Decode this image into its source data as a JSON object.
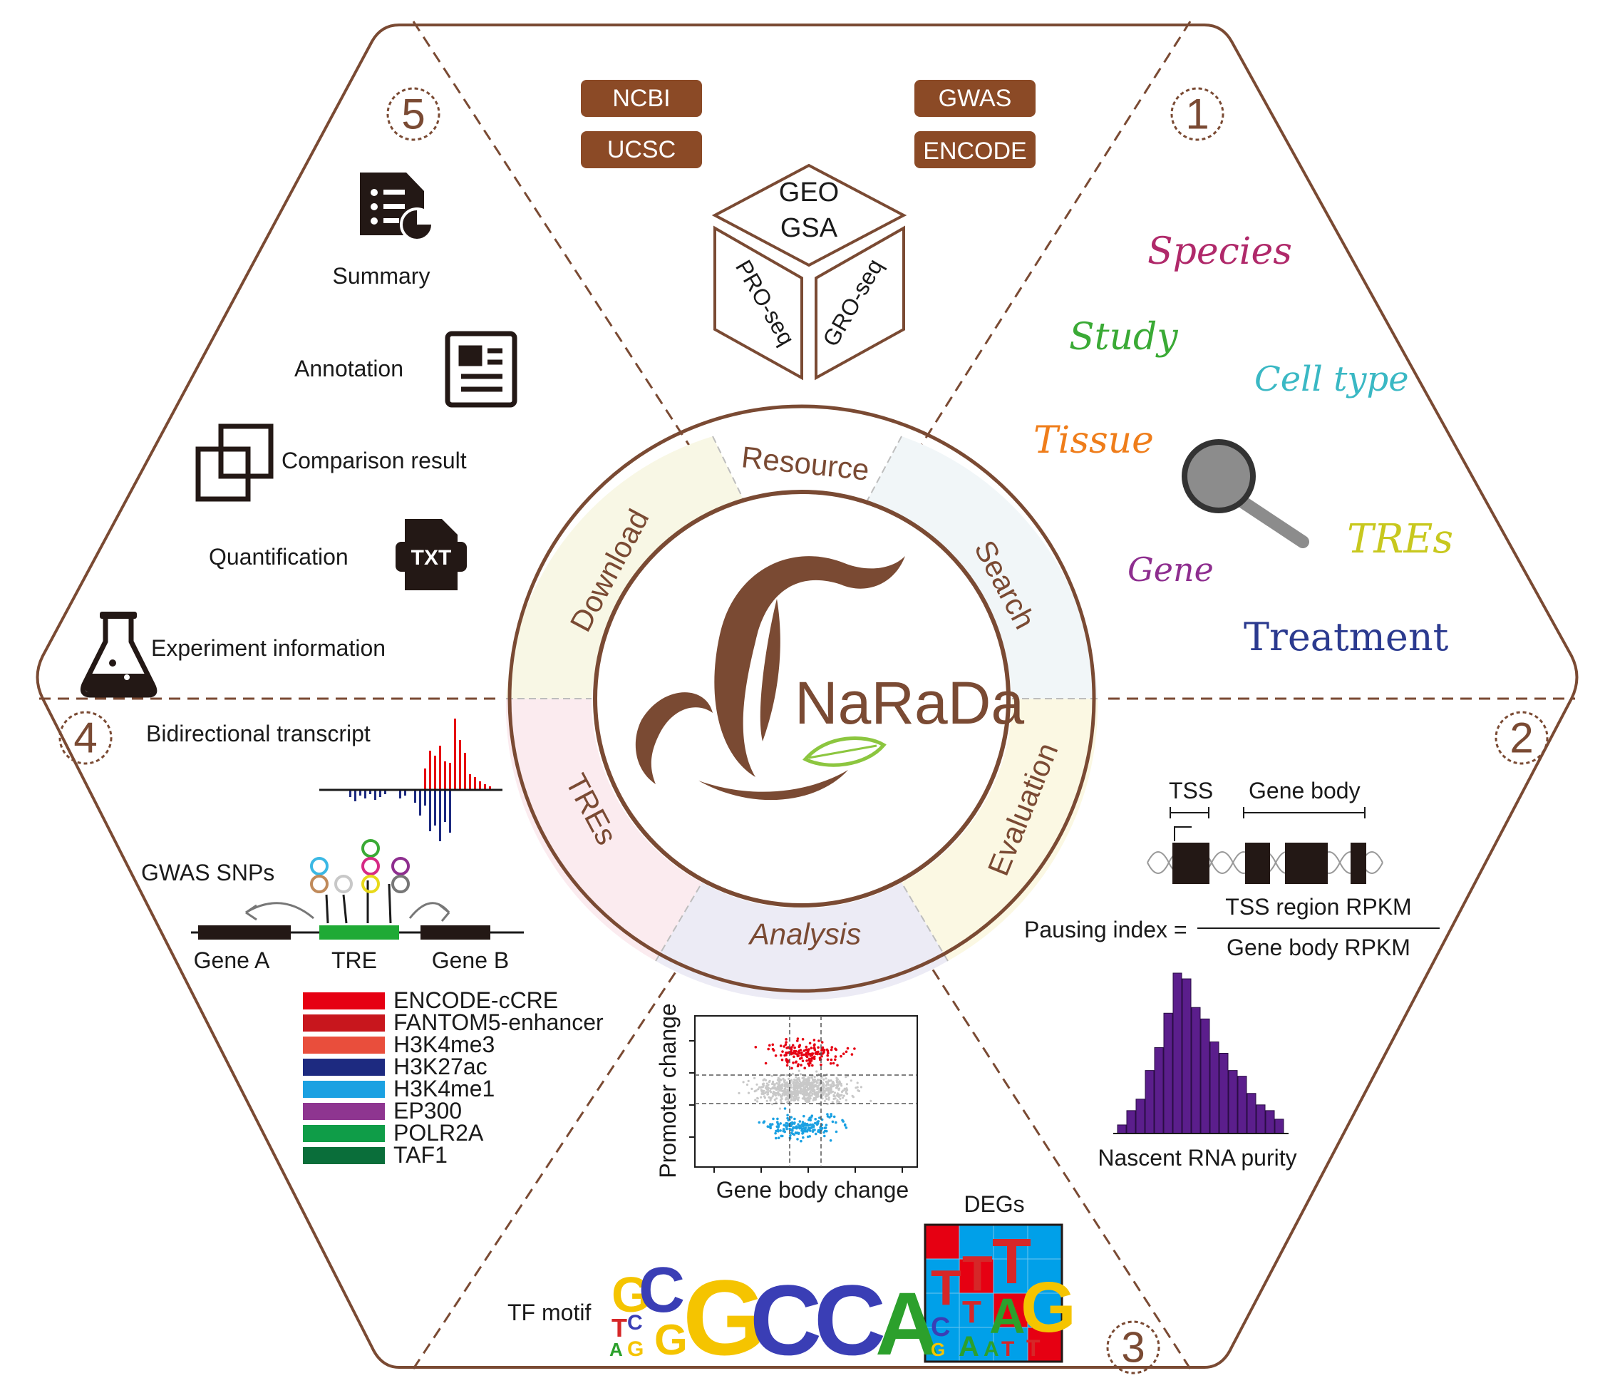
{
  "logo": {
    "name": "NaRaDa"
  },
  "ring": {
    "resource": "Resource",
    "search": "Search",
    "evaluation": "Evaluation",
    "analysis": "Analysis",
    "tres": "TREs",
    "download": "Download"
  },
  "numbers": {
    "n1": "1",
    "n2": "2",
    "n3": "3",
    "n4": "4",
    "n5": "5"
  },
  "sources": {
    "ncbi": "NCBI",
    "ucsc": "UCSC",
    "gwas": "GWAS",
    "encode": "ENCODE"
  },
  "cube": {
    "top1": "GEO",
    "top2": "GSA",
    "left": "PRO-seq",
    "right": "GRO-seq"
  },
  "search_terms": [
    {
      "label": "Species",
      "color": "#b0296a"
    },
    {
      "label": "Study",
      "color": "#3aaa35"
    },
    {
      "label": "Cell type",
      "color": "#3ab8c4"
    },
    {
      "label": "Tissue",
      "color": "#ef7d1a"
    },
    {
      "label": "TREs",
      "color": "#c8c81e"
    },
    {
      "label": "Gene",
      "color": "#8e2e8f"
    },
    {
      "label": "Treatment",
      "color": "#2b3a8f"
    }
  ],
  "evaluation": {
    "tss": "TSS",
    "gene_body": "Gene body",
    "pausing_lhs": "Pausing index =",
    "numerator": "TSS region RPKM",
    "denominator": "Gene body RPKM",
    "purity": "Nascent RNA purity",
    "purity_hist": [
      3,
      8,
      12,
      22,
      30,
      42,
      56,
      54,
      44,
      40,
      32,
      28,
      22,
      20,
      14,
      10,
      8,
      5
    ]
  },
  "analysis": {
    "xlabel": "Gene body change",
    "ylabel": "Promoter change",
    "degs": "DEGs",
    "tf_motif": "TF motif"
  },
  "tres_panel": {
    "bidirectional": "Bidirectional transcript",
    "gwas_snps": "GWAS SNPs",
    "gene_a": "Gene A",
    "tre": "TRE",
    "gene_b": "Gene B",
    "legend": [
      {
        "label": "ENCODE-cCRE",
        "color": "#e60012"
      },
      {
        "label": "FANTOM5-enhancer",
        "color": "#c8161d"
      },
      {
        "label": "H3K4me3",
        "color": "#e94e3c"
      },
      {
        "label": "H3K27ac",
        "color": "#1d2a80"
      },
      {
        "label": "H3K4me1",
        "color": "#1ba1e2"
      },
      {
        "label": "EP300",
        "color": "#8e3590"
      },
      {
        "label": "POLR2A",
        "color": "#0f9d48"
      },
      {
        "label": "TAF1",
        "color": "#0a6e3a"
      }
    ]
  },
  "download_panel": {
    "summary": "Summary",
    "annotation": "Annotation",
    "comparison": "Comparison result",
    "quantification": "Quantification",
    "experiment": "Experiment information",
    "txt_icon": "TXT"
  },
  "colors": {
    "brown": "#7a4a33",
    "button": "#8b4a26",
    "leaf": "#8cc63f"
  }
}
